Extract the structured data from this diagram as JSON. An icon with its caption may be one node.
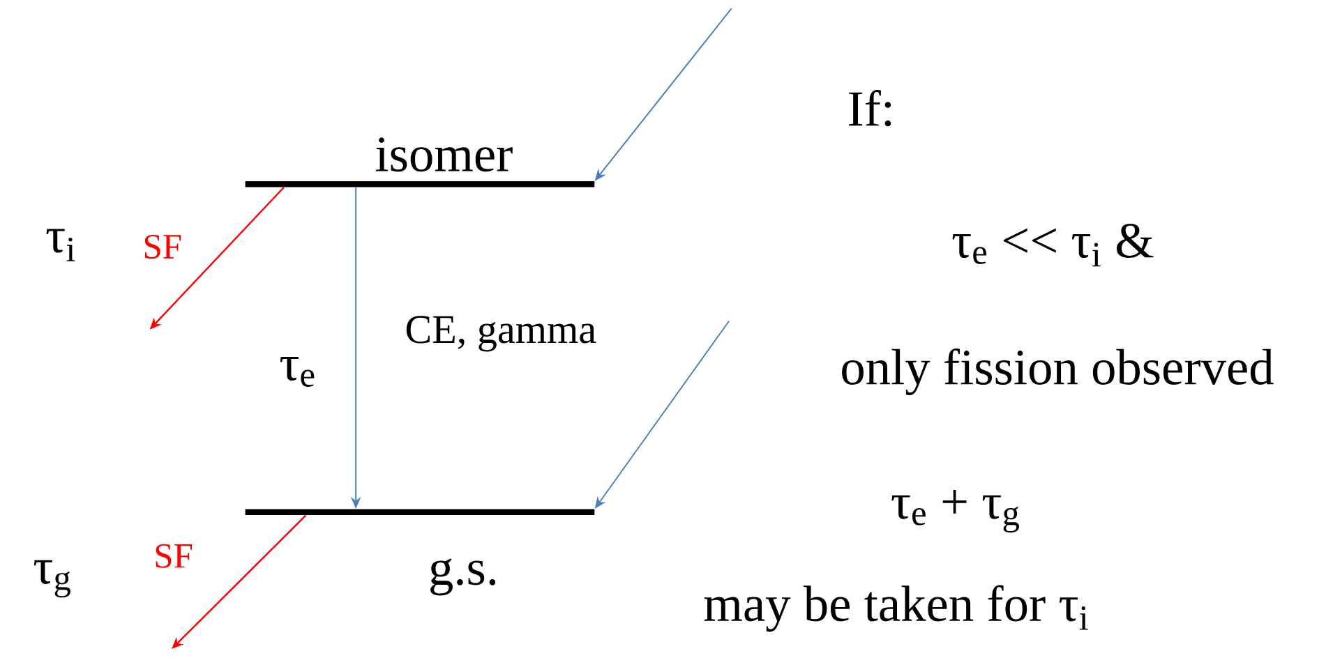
{
  "diagram": {
    "nodes": [
      {
        "text": [
          "isomer"
        ]
      },
      {
        "text": [
          "g.s."
        ]
      }
    ],
    "edges": [
      {
        "from": null,
        "to": 0,
        "arrow": "to"
      },
      {
        "from": 0,
        "to": null,
        "arrow": "to",
        "label": "SF",
        "color": "#ff0000"
      },
      {
        "from": 0,
        "to": 1,
        "arrow": "to",
        "label": "CE, gamma"
      },
      {
        "from": null,
        "to": 1,
        "arrow": "to"
      },
      {
        "from": 1,
        "to": null,
        "arrow": "to",
        "label": "SF",
        "color": "#ff0000"
      }
    ],
    "labels": [
      "If:",
      "τ$_{i}$",
      "τ$_{e}$ << τ$_{i}$ &",
      "τ$_{e}$",
      "only fission observed",
      "τ$_{e}$ + τ$_{g}$",
      "τ$_{g}$",
      "may be taken for τ$_{i}$"
    ]
  }
}
